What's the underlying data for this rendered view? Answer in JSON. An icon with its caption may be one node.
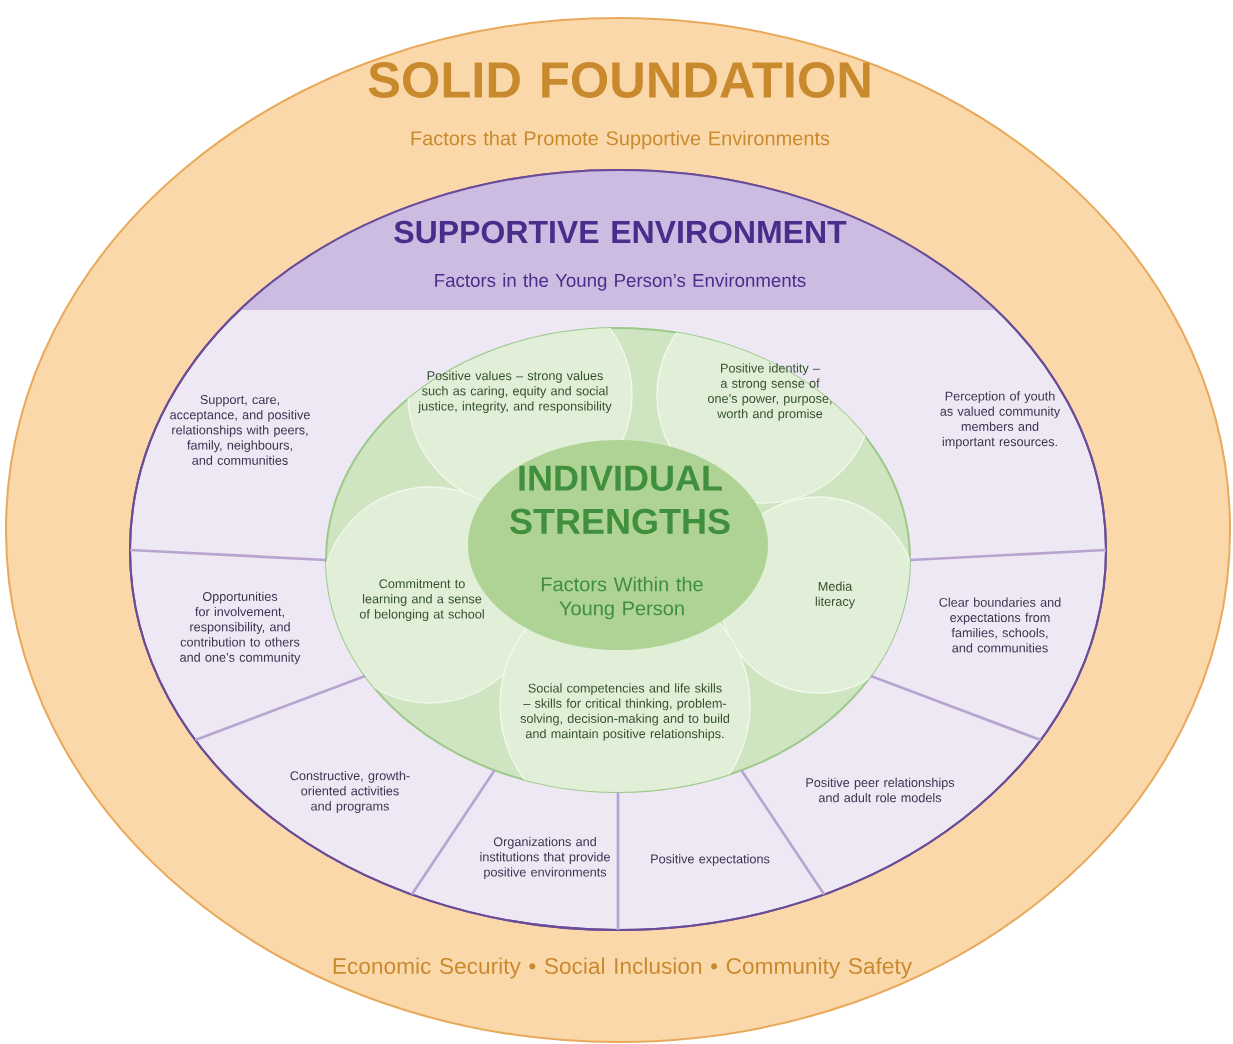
{
  "diagram": {
    "nodes": [
      {
        "text": [
          "SOLID FOUNDATION",
          "Factors that Promote Supportive Environments",
          "Economic Security • Social Inclusion • Community Safety"
        ]
      },
      {
        "text": [
          "SUPPORTIVE ENVIRONMENT",
          "Factors in the Young Person’s Environments"
        ],
        "in": 0
      },
      {
        "text": [
          "Support, care, acceptance, and positive relationships with peers, family, neighbours, and communities"
        ],
        "in": 1
      },
      {
        "text": [
          "Perception of youth as valued community members and important resources."
        ],
        "in": 1
      },
      {
        "text": [
          "Opportunities for involvement, responsibility, and contribution to others and one’s community"
        ],
        "in": 1
      },
      {
        "text": [
          "Clear boundaries and expectations from families, schools, and communities"
        ],
        "in": 1
      },
      {
        "text": [
          "Constructive, growth-oriented activities and programs"
        ],
        "in": 1
      },
      {
        "text": [
          "Positive peer relationships and adult role models"
        ],
        "in": 1
      },
      {
        "text": [
          "Organizations and institutions that provide positive environments"
        ],
        "in": 1
      },
      {
        "text": [
          "Positive expectations"
        ],
        "in": 1
      },
      {
        "text": [
          "INDIVIDUAL STRENGTHS",
          "Factors Within the Young Person"
        ],
        "in": 1
      },
      {
        "text": [
          "Positive values – strong values such as caring, equity and social justice, integrity, and responsibility"
        ],
        "in": 10
      },
      {
        "text": [
          "Positive identity – a strong sense of one’s power, purpose, worth and promise"
        ],
        "in": 10
      },
      {
        "text": [
          "Commitment to learning and a sense of belonging at school"
        ],
        "in": 10
      },
      {
        "text": [
          "Media literacy"
        ],
        "in": 10
      },
      {
        "text": [
          "Social competencies and life skills – skills for critical thinking, problem-solving, decision-making and to build and maintain positive relationships."
        ],
        "in": 10
      }
    ]
  }
}
